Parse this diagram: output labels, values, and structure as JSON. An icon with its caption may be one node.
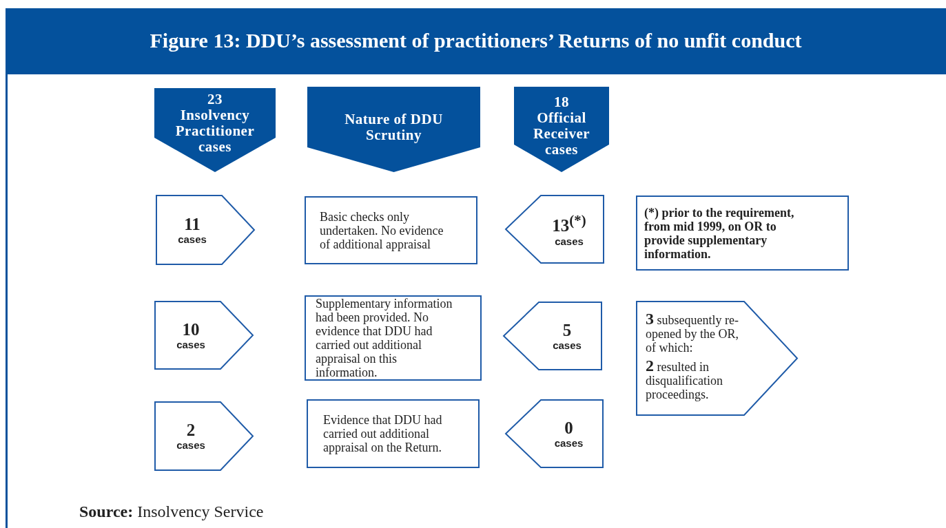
{
  "diagram": {
    "title": "Figure 13: DDU’s assessment of practitioners’ Returns of no unfit conduct",
    "caption": "**Source:** Insolvency Service",
    "nodes": [
      {
        "text": [
          "23",
          "Insolvency Practitioner cases"
        ]
      },
      {
        "text": [
          "Nature of DDU Scrutiny"
        ]
      },
      {
        "text": [
          "18",
          "Official Receiver cases"
        ]
      },
      {
        "text": [
          "11",
          "cases"
        ]
      },
      {
        "text": [
          "Basic checks only undertaken.  No evidence of additional appraisal"
        ]
      },
      {
        "text": [
          "13$^{(*)}$",
          "cases"
        ]
      },
      {
        "text": [
          "(*) prior to the requirement, from mid 1999, on OR to provide supplementary information."
        ]
      },
      {
        "text": [
          "10",
          "cases"
        ]
      },
      {
        "text": [
          "Supplementary information had been provided.  No evidence that DDU had carried out additional appraisal on this information."
        ]
      },
      {
        "text": [
          "5",
          "cases"
        ]
      },
      {
        "text": [
          "**3** subsequently re-opened by the OR, of which:",
          "**2** resulted in disqualification proceedings."
        ]
      },
      {
        "text": [
          "2",
          "cases"
        ]
      },
      {
        "text": [
          "Evidence that DDU had carried out additional appraisal on the Return."
        ]
      },
      {
        "text": [
          "0",
          "cases"
        ]
      }
    ]
  }
}
